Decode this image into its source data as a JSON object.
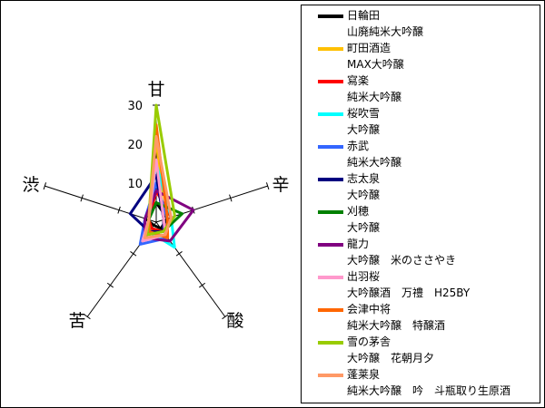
{
  "chart_data": {
    "type": "radar",
    "axes": [
      "甘",
      "辛",
      "酸",
      "苦",
      "渋"
    ],
    "radial_range": [
      0,
      30
    ],
    "ticks": [
      10,
      20,
      30
    ],
    "tick_labels": [
      "10",
      "20",
      "30"
    ],
    "legend_position": "right",
    "series": [
      {
        "name": "日輪田",
        "subname": "山廃純米大吟醸",
        "color": "#000000",
        "values": [
          5,
          3,
          2,
          1,
          3
        ]
      },
      {
        "name": "町田酒造",
        "subname": "MAX大吟醸",
        "color": "#ffc000",
        "values": [
          22,
          2,
          3,
          2,
          2
        ]
      },
      {
        "name": "寫楽",
        "subname": "純米大吟醸",
        "color": "#ff0000",
        "values": [
          8,
          4,
          3,
          2,
          2
        ]
      },
      {
        "name": "桜吹雪",
        "subname": "大吟醸",
        "color": "#00ffff",
        "values": [
          15,
          4,
          8,
          3,
          2
        ]
      },
      {
        "name": "赤武",
        "subname": "純米大吟醸",
        "color": "#3366ff",
        "values": [
          10,
          3,
          5,
          7,
          3
        ]
      },
      {
        "name": "志太泉",
        "subname": "大吟醸",
        "color": "#000080",
        "values": [
          12,
          2,
          3,
          3,
          7
        ]
      },
      {
        "name": "刈穂",
        "subname": "大吟醸",
        "color": "#008000",
        "values": [
          5,
          7,
          3,
          4,
          2
        ]
      },
      {
        "name": "龍力",
        "subname": "大吟醸　米のささやき",
        "color": "#800080",
        "values": [
          8,
          10,
          6,
          5,
          3
        ]
      },
      {
        "name": "出羽桜",
        "subname": "大吟醸酒　万禮　H25BY",
        "color": "#ff99cc",
        "values": [
          16,
          2,
          4,
          6,
          2
        ]
      },
      {
        "name": "会津中将",
        "subname": "純米大吟醸　特醸酒",
        "color": "#ff6600",
        "values": [
          25,
          3,
          5,
          3,
          2
        ]
      },
      {
        "name": "雪の茅舎",
        "subname": "大吟醸　花朝月夕",
        "color": "#99cc00",
        "values": [
          30,
          5,
          3,
          4,
          2
        ]
      },
      {
        "name": "蓬莱泉",
        "subname": "純米大吟醸　吟　斗瓶取り生原酒",
        "color": "#ff9966",
        "values": [
          22,
          4,
          4,
          5,
          2
        ]
      }
    ]
  }
}
